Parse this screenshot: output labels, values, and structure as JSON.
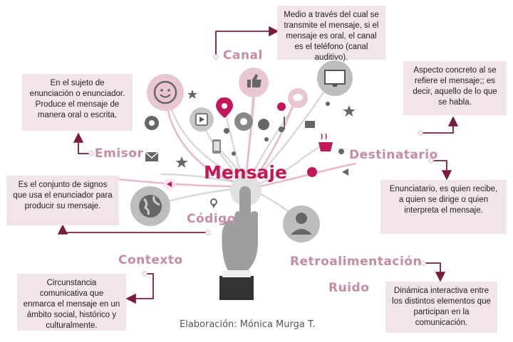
{
  "title": "Mensaje",
  "labels": {
    "canal": "Canal",
    "emisor": "Emisor",
    "destinatario": "Destinatario",
    "codigo": "Código",
    "contexto": "Contexto",
    "retroalimentacion": "Retroalimentación",
    "ruido": "Ruido"
  },
  "boxes": {
    "canal": "Medio a través del cual se transmite el mensaje, si el mensaje es oral, el canal es el teléfono (canal auditivo).",
    "emisor": "En el sujeto de enunciación o enunciador. Produce el mensaje de manera oral o escrita.",
    "destinatario_top": "Aspecto concreto al se refiere el mensaje;; es decir, aquello de lo que se habla.",
    "destinatario": "Enunciatario, es quien recibe, a quien se dirige o quien interpreta el mensaje.",
    "codigo": "Es el conjunto de signos que usa el enunciador para producir su mensaje.",
    "contexto": "Circunstancia comunicativa que enmarca el mensaje en un ámbito social, histórico y culturalmente.",
    "retroalimentacion": "Dinámica interactiva entre los distintos elementos que participan en la comunicación."
  },
  "credit": "Elaboración: Mónica Murga T.",
  "colors": {
    "accent": "#c2185b",
    "label": "#c78aa5",
    "box": "#f1e4ea",
    "arrow": "#7a1c3f",
    "icon": "#9e9e9e"
  }
}
